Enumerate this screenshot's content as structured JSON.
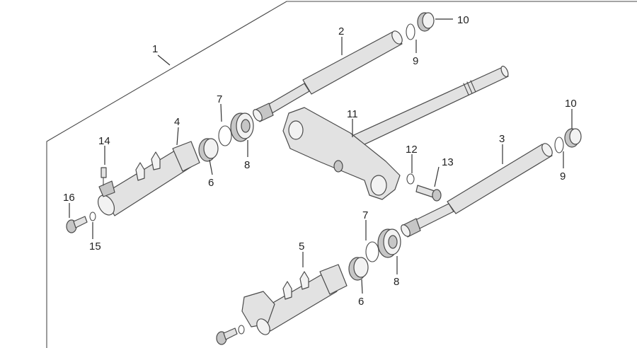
{
  "callouts": {
    "c1": "1",
    "c2": "2",
    "c3": "3",
    "c4": "4",
    "c5": "5",
    "c6a": "6",
    "c6b": "6",
    "c7a": "7",
    "c7b": "7",
    "c8a": "8",
    "c8b": "8",
    "c9a": "9",
    "c9b": "9",
    "c10a": "10",
    "c10b": "10",
    "c11": "11",
    "c12": "12",
    "c13": "13",
    "c14": "14",
    "c15": "15",
    "c16": "16"
  },
  "icons": {
    "fork_tube": "fork-tube-icon",
    "fork_slider": "fork-slider-icon",
    "steering_yoke": "steering-yoke-icon",
    "seal": "seal-icon",
    "bolt": "bolt-icon"
  }
}
